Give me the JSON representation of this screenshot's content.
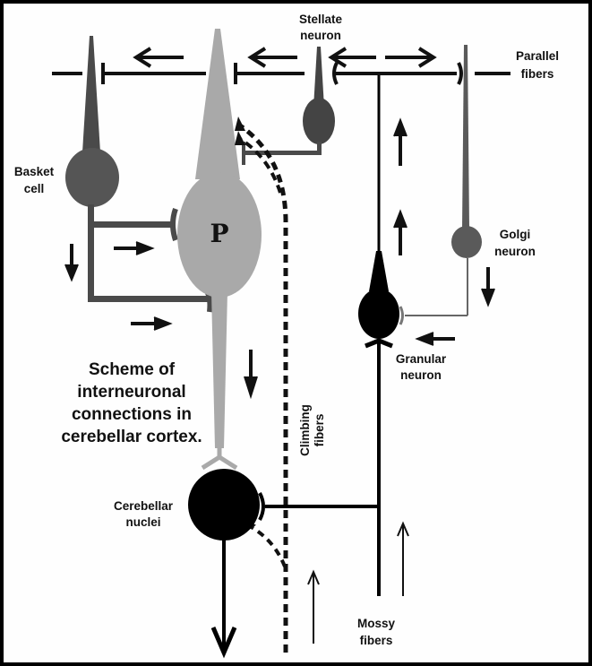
{
  "diagram": {
    "title_lines": [
      "Scheme of",
      "interneuronal",
      "connections in",
      "cerebellar cortex."
    ],
    "labels": {
      "stellate": [
        "Stellate",
        "neuron"
      ],
      "parallel": [
        "Parallel",
        "fibers"
      ],
      "basket": [
        "Basket",
        "cell"
      ],
      "golgi": [
        "Golgi",
        "neuron"
      ],
      "granular": [
        "Granular",
        "neuron"
      ],
      "climbing": [
        "Climbing",
        "fibers"
      ],
      "cerebellar_nuclei": [
        "Cerebellar",
        "nuclei"
      ],
      "mossy": [
        "Mossy",
        "fibers"
      ],
      "purkinje": "P"
    },
    "colors": {
      "purkinje": "#a9a9a9",
      "basket": "#555555",
      "stellate": "#444444",
      "golgi": "#5a5a5a",
      "granular": "#000000",
      "nuclei": "#000000",
      "axon_dark": "#4a4a4a",
      "ink": "#111111",
      "border": "#000000",
      "background": "#fefefe"
    }
  }
}
